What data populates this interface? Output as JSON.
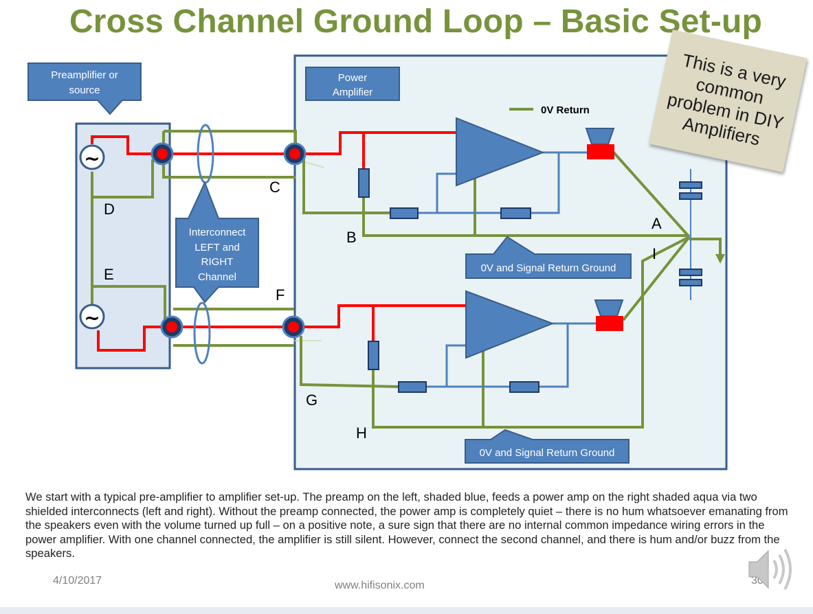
{
  "slide": {
    "title": "Cross Channel Ground Loop – Basic Set-up",
    "caption": "We start with a typical pre-amplifier to amplifier set-up. The preamp on the left, shaded blue, feeds a power amp on the right shaded aqua via two shielded interconnects (left and right).  Without the preamp connected, the power amp is completely quiet – there is no hum whatsoever emanating from the speakers even with the volume turned up full – on a positive note, a sure sign that there are no internal common impedance wiring errors in the power amplifier. With one channel connected, the amplifier is still silent.  However, connect the second channel, and there is hum and/or buzz from the speakers.",
    "date": "4/10/2017",
    "url": "www.hifisonix.com",
    "page_number": "30"
  },
  "diagram": {
    "preamp_label_1": "Preamplifier or",
    "preamp_label_2": "source",
    "power_amp_label_1": "Power",
    "power_amp_label_2": "Amplifier",
    "legend_label": "0V Return",
    "interconnect_label_1": "Interconnect",
    "interconnect_label_2": "LEFT and",
    "interconnect_label_3": "RIGHT",
    "interconnect_label_4": "Channel",
    "return_ground_top": "0V and Signal Return Ground",
    "return_ground_bottom": "0V and Signal Return Ground",
    "source_symbol": "~",
    "points": {
      "A": "A",
      "B": "B",
      "C": "C",
      "D": "D",
      "E": "E",
      "F": "F",
      "G": "G",
      "H": "H",
      "I": "I"
    },
    "note_text": "This is a very common problem in DIY Amplifiers"
  },
  "colors": {
    "title_green": "#77933c",
    "wire_red": "#ff0000",
    "ground_green": "#77933c",
    "component_blue": "#4f81bd",
    "callout_blue": "#4f81bd",
    "preamp_fill": "#dce6f2",
    "power_amp_fill": "#e9f3f6",
    "note_fill": "#ddd9c3"
  },
  "icons": [
    "ac-source-icon",
    "rca-connector-icon",
    "amplifier-triangle-icon",
    "resistor-icon",
    "capacitor-icon",
    "speaker-icon",
    "audio-speaker-icon"
  ]
}
